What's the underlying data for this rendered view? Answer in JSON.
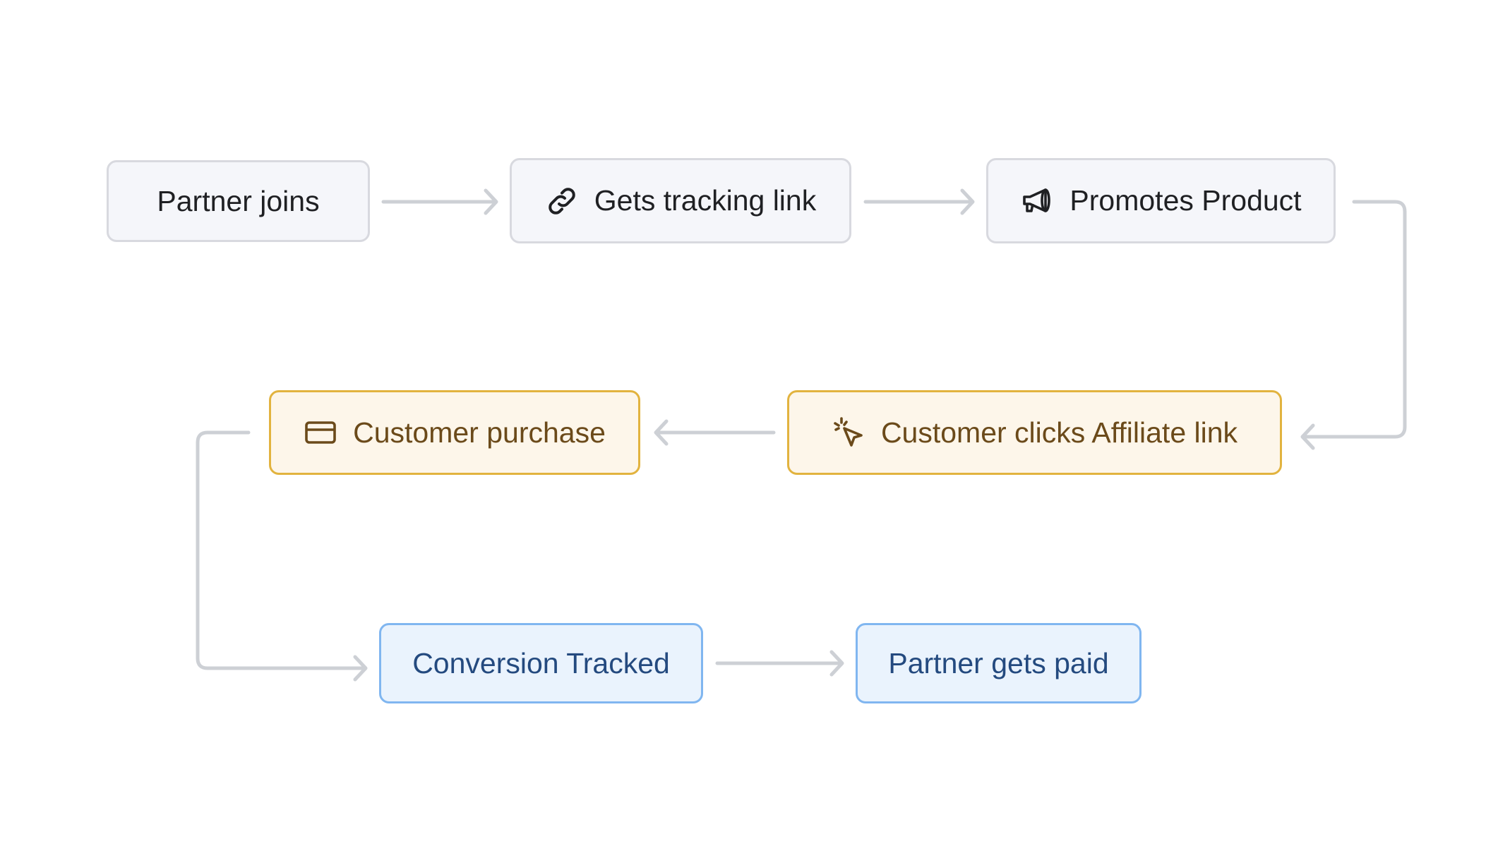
{
  "nodes": [
    {
      "id": "partner-joins",
      "label": "Partner joins",
      "icon": null,
      "style": "gray"
    },
    {
      "id": "gets-tracking-link",
      "label": "Gets tracking link",
      "icon": "link-icon",
      "style": "gray"
    },
    {
      "id": "promotes-product",
      "label": "Promotes Product",
      "icon": "megaphone-icon",
      "style": "gray"
    },
    {
      "id": "customer-clicks",
      "label": "Customer clicks Affiliate link",
      "icon": "cursor-click-icon",
      "style": "yellow"
    },
    {
      "id": "customer-purchase",
      "label": "Customer purchase",
      "icon": "credit-card-icon",
      "style": "yellow"
    },
    {
      "id": "conversion-tracked",
      "label": "Conversion Tracked",
      "icon": null,
      "style": "blue"
    },
    {
      "id": "partner-gets-paid",
      "label": "Partner gets paid",
      "icon": null,
      "style": "blue"
    }
  ],
  "edges": [
    [
      "partner-joins",
      "gets-tracking-link"
    ],
    [
      "gets-tracking-link",
      "promotes-product"
    ],
    [
      "promotes-product",
      "customer-clicks"
    ],
    [
      "customer-clicks",
      "customer-purchase"
    ],
    [
      "customer-purchase",
      "conversion-tracked"
    ],
    [
      "conversion-tracked",
      "partner-gets-paid"
    ]
  ],
  "colors": {
    "gray_fill": "#f5f6fa",
    "gray_border": "#d8d9df",
    "gray_text": "#1f2023",
    "yellow_fill": "#fdf6ea",
    "yellow_border": "#e2b33f",
    "yellow_text": "#6b4a1a",
    "blue_fill": "#eaf3fd",
    "blue_border": "#80b6f0",
    "blue_text": "#244a7f",
    "arrow": "#cdd0d5"
  }
}
